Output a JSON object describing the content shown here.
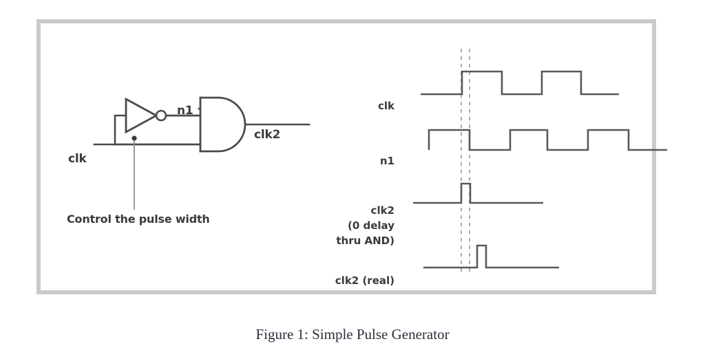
{
  "figure": {
    "caption": "Figure 1: Simple Pulse Generator",
    "frame_color": "#c9cacc",
    "ink_color": "#4a4a4d",
    "text_color": "#3a3a3c",
    "background": "#ffffff"
  },
  "circuit": {
    "input_label": "clk",
    "inverter_output_label": "n1",
    "output_label": "clk2",
    "annotation": "Control the pulse width",
    "gates": [
      {
        "name": "inverter",
        "type": "NOT"
      },
      {
        "name": "and-gate",
        "type": "AND"
      }
    ]
  },
  "waveforms": {
    "labels": {
      "clk": "clk",
      "n1": "n1",
      "clk2_line1": "clk2",
      "clk2_line2": "(0 delay",
      "clk2_line3": "thru AND)",
      "clk2_real": "clk2 (real)"
    },
    "marker_lines": 2
  },
  "chart_data": {
    "type": "line",
    "title": "Simple Pulse Generator timing diagram",
    "xlabel": "",
    "ylabel": "",
    "grid": false,
    "legend": "left-labels",
    "x_range": [
      600,
      965
    ],
    "marker_times": [
      664,
      676
    ],
    "series": [
      {
        "name": "clk",
        "label": "clk",
        "y_low": 131,
        "y_high": 98,
        "transitions": [
          {
            "x": 605,
            "level": 0
          },
          {
            "x": 665,
            "level": 1
          },
          {
            "x": 723,
            "level": 0
          },
          {
            "x": 781,
            "level": 1
          },
          {
            "x": 838,
            "level": 0
          },
          {
            "x": 893,
            "level": 0
          }
        ]
      },
      {
        "name": "n1",
        "label": "n1",
        "y_low": 212,
        "y_high": 183,
        "transitions": [
          {
            "x": 617,
            "level": 1
          },
          {
            "x": 676,
            "level": 0
          },
          {
            "x": 735,
            "level": 1
          },
          {
            "x": 789,
            "level": 0
          },
          {
            "x": 848,
            "level": 1
          },
          {
            "x": 907,
            "level": 0
          },
          {
            "x": 963,
            "level": 0
          }
        ]
      },
      {
        "name": "clk2",
        "label": "clk2 (0 delay thru AND)",
        "y_low": 289,
        "y_high": 261,
        "transitions": [
          {
            "x": 594,
            "level": 0
          },
          {
            "x": 664,
            "level": 1
          },
          {
            "x": 677,
            "level": 0
          },
          {
            "x": 783,
            "level": 0
          }
        ]
      },
      {
        "name": "clk2_real",
        "label": "clk2 (real)",
        "y_low": 383,
        "y_high": 351,
        "transitions": [
          {
            "x": 609,
            "level": 0
          },
          {
            "x": 687,
            "level": 1
          },
          {
            "x": 700,
            "level": 0
          },
          {
            "x": 806,
            "level": 0
          }
        ]
      }
    ]
  }
}
